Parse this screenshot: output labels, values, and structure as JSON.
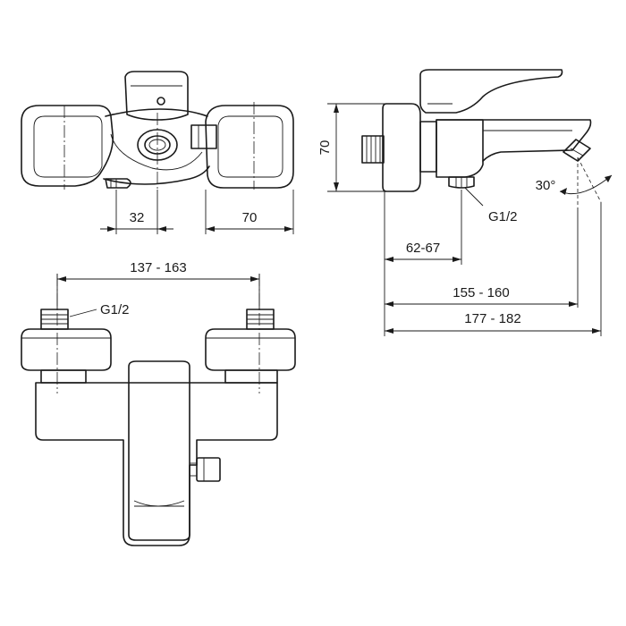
{
  "top_view": {
    "dim_32": "32",
    "dim_70": "70"
  },
  "side_view": {
    "dim_height": "70",
    "angle": "30°",
    "thread": "G1/2",
    "dim_62_67": "62-67",
    "dim_155_160": "155 - 160",
    "dim_177_182": "177 - 182"
  },
  "front_view": {
    "dim_137_163": "137 - 163",
    "thread": "G1/2"
  }
}
